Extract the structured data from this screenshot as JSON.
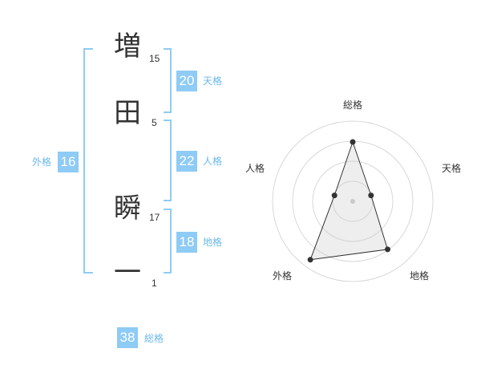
{
  "name": {
    "chars": [
      {
        "char": "増",
        "strokes": "15"
      },
      {
        "char": "田",
        "strokes": "5"
      },
      {
        "char": "瞬",
        "strokes": "17"
      },
      {
        "char": "一",
        "strokes": "1"
      }
    ]
  },
  "fortunes": {
    "tenkaku": {
      "value": "20",
      "label": "天格"
    },
    "jinkaku": {
      "value": "22",
      "label": "人格"
    },
    "chikaku": {
      "value": "18",
      "label": "地格"
    },
    "gaikaku": {
      "value": "16",
      "label": "外格"
    },
    "soukaku": {
      "value": "38",
      "label": "総格"
    }
  },
  "colors": {
    "accent": "#8ecbf5",
    "label": "#69b8ec",
    "text": "#333333"
  },
  "chart_data": {
    "type": "radar",
    "axes": [
      "総格",
      "天格",
      "地格",
      "外格",
      "人格"
    ],
    "values": [
      0.74,
      0.24,
      0.74,
      0.9,
      0.24
    ],
    "rings": 4
  }
}
